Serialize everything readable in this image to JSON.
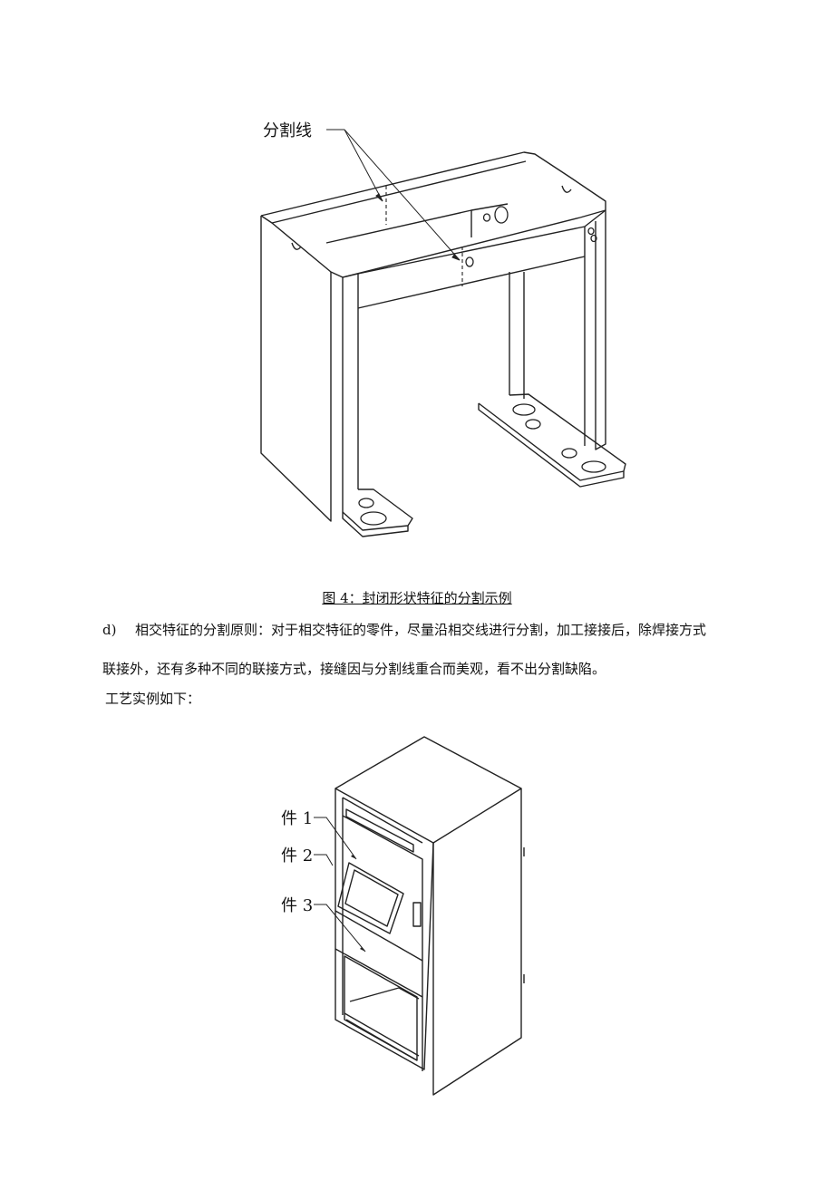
{
  "figure4": {
    "callout": "分割线",
    "caption": "图 4：封闭形状特征的分割示例"
  },
  "section_d": {
    "marker": "d)",
    "line1": "相交特征的分割原则：对于相交特征的零件，尽量沿相交线进行分割，加工接接后，除焊接方式",
    "line2": "联接外，还有多种不同的联接方式，接缝因与分割线重合而美观，看不出分割缺陷。"
  },
  "example_intro": "工艺实例如下：",
  "figure5": {
    "labels": [
      "件 1",
      "件 2",
      "件 3"
    ]
  }
}
